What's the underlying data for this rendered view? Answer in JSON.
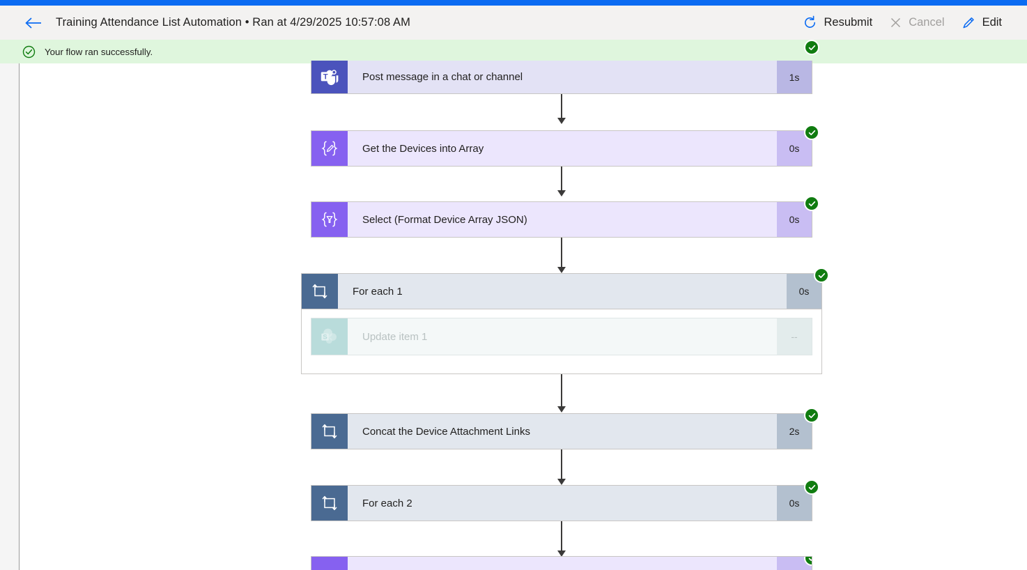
{
  "header": {
    "back_icon": "back-arrow-icon",
    "title": "Training Attendance List Automation • Ran at 4/29/2025 10:57:08 AM",
    "actions": [
      {
        "label": "Resubmit",
        "icon": "refresh-icon",
        "disabled": false
      },
      {
        "label": "Cancel",
        "icon": "close-icon",
        "disabled": true
      },
      {
        "label": "Edit",
        "icon": "pencil-icon",
        "disabled": false
      }
    ]
  },
  "banner": {
    "icon": "success-check-circle-icon",
    "text": "Your flow ran successfully."
  },
  "colors": {
    "accent_bar": "#0b6bf2",
    "header_bg": "#f3f2f1",
    "banner_bg": "#dff6dd",
    "success_green": "#107c10",
    "teams_indigo": "#4b53bc",
    "compose_purple": "#8661f0",
    "control_slate": "#4a6a92",
    "sharepoint_teal": "#b9dcdb",
    "action_card_bg": "#ece6fd",
    "control_card_bg": "#e2e7ee",
    "link_blue": "#0b6bf2",
    "disabled_grey": "#a19f9d"
  },
  "flow": {
    "nodes": [
      {
        "name": "post-message-in-a-chat-or-channel",
        "title": "Post message in a chat or channel",
        "duration": "1s",
        "icon": "teams-icon",
        "kind": "teams",
        "status": "succeeded",
        "clipped_top": true
      },
      {
        "name": "get-the-devices-into-array",
        "title": "Get the Devices into Array",
        "duration": "0s",
        "icon": "compose-icon",
        "kind": "action",
        "status": "succeeded"
      },
      {
        "name": "select-format-device-array-json",
        "title": "Select (Format Device Array JSON)",
        "duration": "0s",
        "icon": "select-funnel-icon",
        "kind": "action",
        "status": "succeeded"
      },
      {
        "name": "for-each-1",
        "title": "For each 1",
        "duration": "0s",
        "icon": "loop-icon",
        "kind": "control",
        "status": "succeeded",
        "children": [
          {
            "name": "update-item-1",
            "title": "Update item 1",
            "duration": "--",
            "icon": "sharepoint-icon",
            "kind": "skipped",
            "status": "skipped"
          }
        ]
      },
      {
        "name": "concat-the-device-attachment-links",
        "title": "Concat the Device Attachment Links",
        "duration": "2s",
        "icon": "loop-icon",
        "kind": "control",
        "status": "succeeded"
      },
      {
        "name": "for-each-2",
        "title": "For each 2",
        "duration": "0s",
        "icon": "loop-icon",
        "kind": "control",
        "status": "succeeded"
      },
      {
        "name": "next-action-partially-visible",
        "title": "",
        "duration": "",
        "icon": "compose-icon",
        "kind": "action",
        "status": "succeeded",
        "clipped_bottom": true
      }
    ]
  }
}
